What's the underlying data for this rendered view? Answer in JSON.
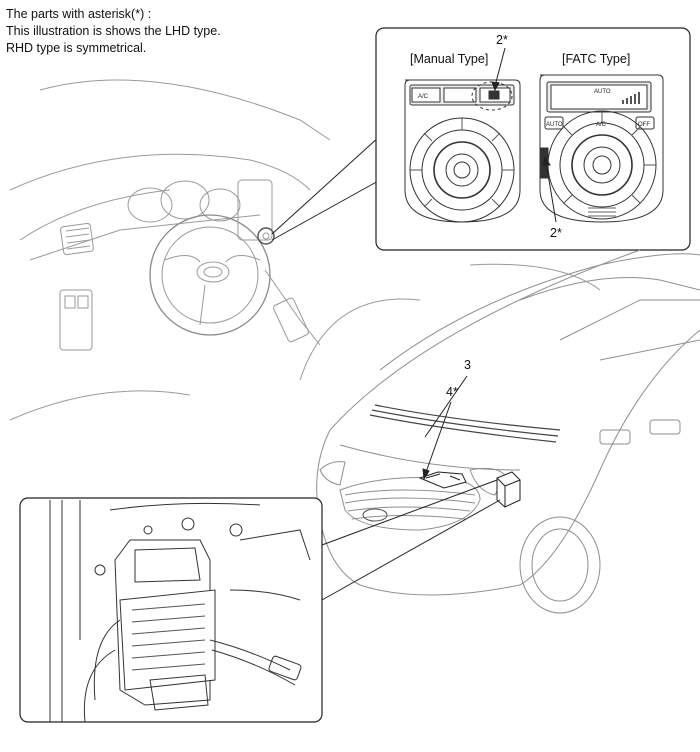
{
  "note": {
    "line1": "The parts with asterisk(*) :",
    "line2": "This illustration is shows the LHD type.",
    "line3": "RHD type is symmetrical."
  },
  "panels": {
    "manual_label": "[Manual Type]",
    "fatc_label": "[FATC Type]"
  },
  "callouts": {
    "c2_manual": "2*",
    "c2_fatc": "2*",
    "c3": "3",
    "c4": "4*"
  },
  "buttons": {
    "manual_ac": "A/C",
    "fatc_auto": "AUTO",
    "fatc_ac": "A/C",
    "fatc_off": "OFF",
    "fatc_display_auto": "AUTO"
  }
}
